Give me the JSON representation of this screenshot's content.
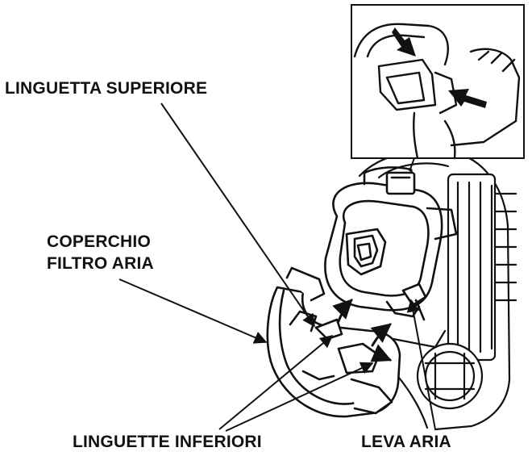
{
  "labels": {
    "upper_tab": "LINGUETTA SUPERIORE",
    "cover_line1": "COPERCHIO",
    "cover_line2": "FILTRO ARIA",
    "lower_tabs": "LINGUETTE INFERIORI",
    "air_lever": "LEVA ARIA"
  },
  "colors": {
    "line": "#111111",
    "background": "#ffffff"
  },
  "icons": [
    "push-arrow-icon",
    "lift-arrow-icon"
  ]
}
